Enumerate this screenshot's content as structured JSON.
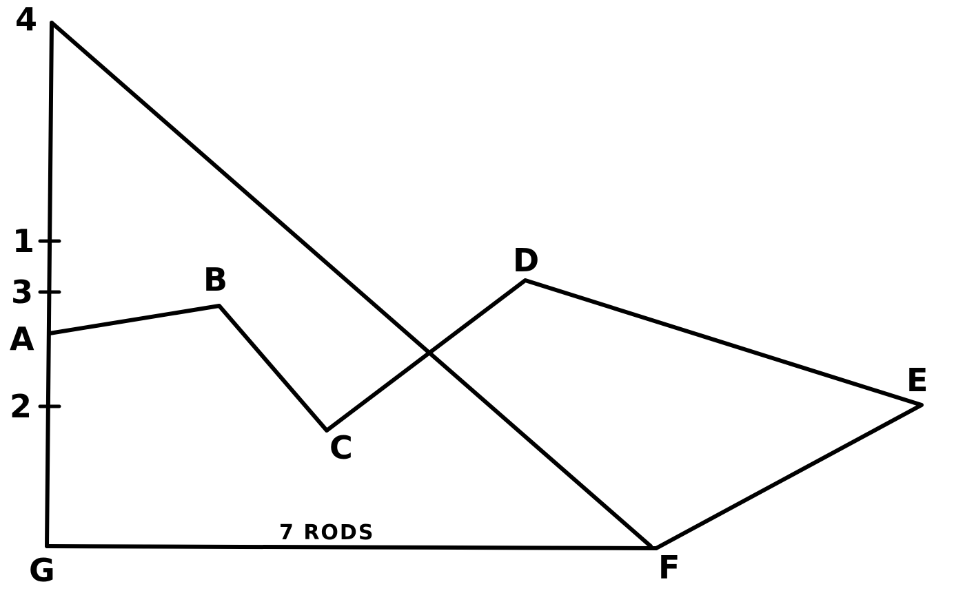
{
  "diagram": {
    "points": {
      "G": "G",
      "F": "F",
      "E": "E",
      "D": "D",
      "C": "C",
      "B": "B",
      "A": "A"
    },
    "side_marks": {
      "m4": "4",
      "m1": "1",
      "m3": "3",
      "m2": "2"
    },
    "baseline_label": "7 RODS",
    "colors": {
      "ink": "#000000",
      "paper": "#ffffff"
    }
  }
}
